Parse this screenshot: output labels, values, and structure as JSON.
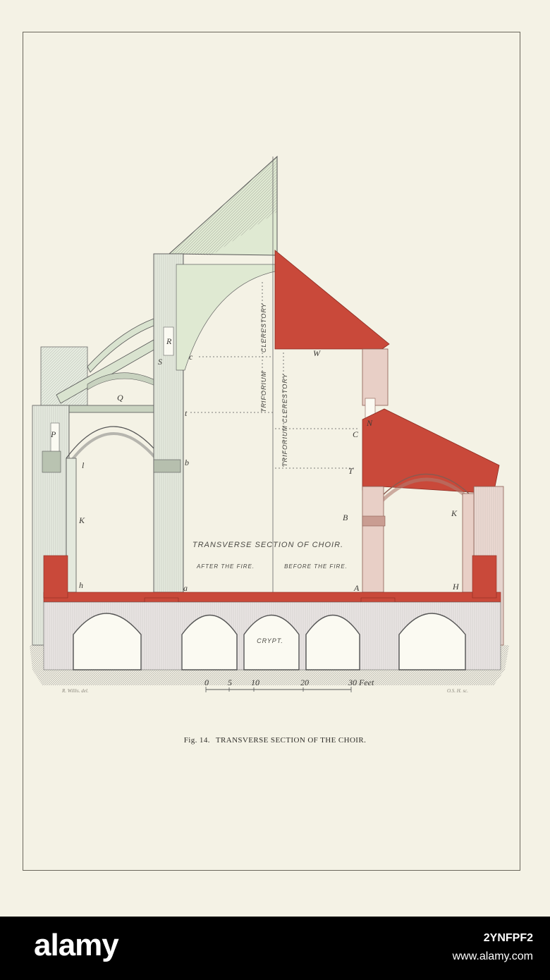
{
  "figure": {
    "fig_number": "Fig. 14.",
    "caption": "TRANSVERSE SECTION OF THE CHOIR.",
    "title": "TRANSVERSE SECTION OF CHOIR.",
    "left_half": "AFTER THE FIRE.",
    "right_half": "BEFORE THE FIRE.",
    "crypt": "CRYPT.",
    "clerestory": "CLERESTORY",
    "triforium": "TRIFORIUM",
    "scale_ticks": [
      "0",
      "5",
      "10",
      "20",
      "30 Feet"
    ],
    "credit_left": "R. Willis. del.",
    "credit_right": "O.S. H. sc.",
    "letters": {
      "Q": "Q",
      "R": "R",
      "S": "S",
      "P": "P",
      "l": "l",
      "K_left": "K",
      "h": "h",
      "c": "c",
      "t": "t",
      "b": "b",
      "a": "a",
      "W": "W",
      "C": "C",
      "T": "T",
      "B": "B",
      "A": "A",
      "K_right": "K",
      "H": "H",
      "N": "N"
    }
  },
  "colors": {
    "paper": "#f4f2e5",
    "red_section": "#c9493a",
    "green_tint": "#dfe9d2",
    "pink_tint": "#e8cfc6",
    "ink": "#3b3a36"
  },
  "watermark": {
    "logo": "alamy",
    "stock_id": "2YNFPF2",
    "url": "www.alamy.com"
  }
}
